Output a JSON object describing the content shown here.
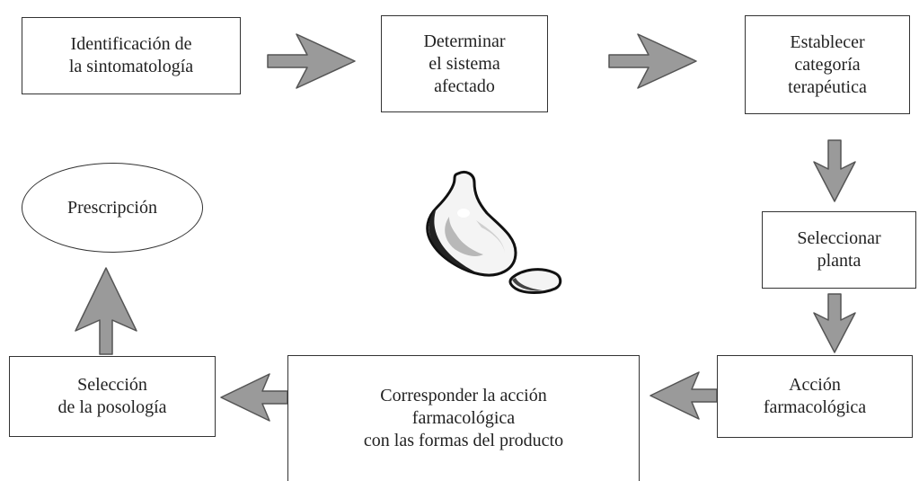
{
  "diagram": {
    "nodes": {
      "identificacion": "Identificación de\nla sintomatología",
      "determinar": "Determinar\nel sistema\nafectado",
      "establecer": "Establecer\ncategoría\nterapéutica",
      "seleccionar": "Seleccionar\nplanta",
      "accion": "Acción\nfarmacológica",
      "corresponder": "Corresponder la acción\nfarmacológica\ncon las formas del producto",
      "posologia": "Selección\nde la posología",
      "prescripcion": "Prescripción"
    },
    "flow": [
      "identificacion",
      "determinar",
      "establecer",
      "seleccionar",
      "accion",
      "corresponder",
      "posologia",
      "prescripcion"
    ],
    "arrow_fill": "#9a9a9a",
    "arrow_stroke": "#555555",
    "border_color": "#333333",
    "illustration_icon": "garlic-bulb-icon"
  }
}
